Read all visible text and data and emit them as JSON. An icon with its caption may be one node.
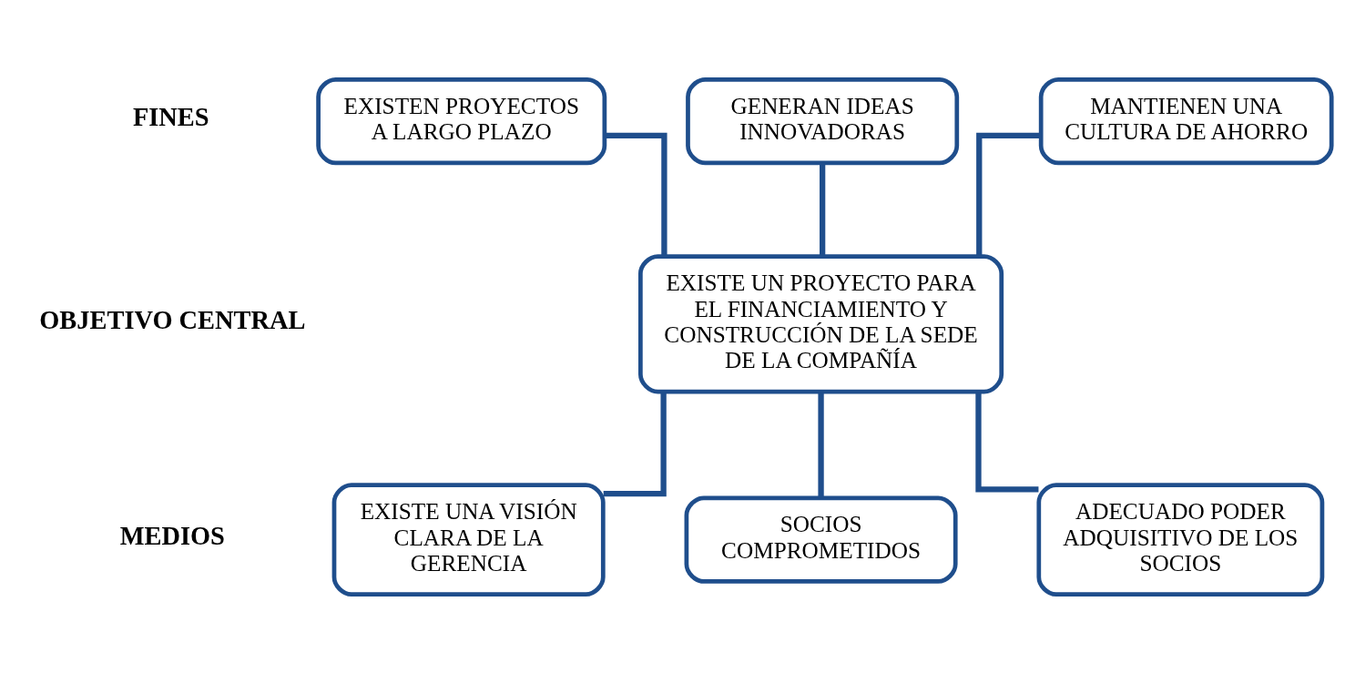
{
  "diagram": {
    "nodes": [
      {
        "text": [
          "EXISTEN PROYECTOS A LARGO PLAZO"
        ]
      },
      {
        "text": [
          "GENERAN IDEAS INNOVADORAS"
        ]
      },
      {
        "text": [
          "MANTIENEN UNA CULTURA DE AHORRO"
        ]
      },
      {
        "text": [
          "EXISTE UN PROYECTO PARA EL FINANCIAMIENTO Y CONSTRUCCIÓN DE LA SEDE DE LA COMPAÑÍA"
        ]
      },
      {
        "text": [
          "EXISTE UNA VISIÓN CLARA DE LA GERENCIA"
        ]
      },
      {
        "text": [
          "SOCIOS COMPROMETIDOS"
        ]
      },
      {
        "text": [
          "ADECUADO PODER ADQUISITIVO DE LOS SOCIOS"
        ]
      }
    ],
    "edges": [
      {
        "from": 0,
        "to": 3,
        "arrow": "none"
      },
      {
        "from": 1,
        "to": 3,
        "arrow": "none"
      },
      {
        "from": 2,
        "to": 3,
        "arrow": "none"
      },
      {
        "from": 3,
        "to": 4,
        "arrow": "none"
      },
      {
        "from": 3,
        "to": 5,
        "arrow": "none"
      },
      {
        "from": 3,
        "to": 6,
        "arrow": "none"
      }
    ],
    "labels": [
      "FINES",
      "OBJETIVO CENTRAL",
      "MEDIOS"
    ]
  }
}
